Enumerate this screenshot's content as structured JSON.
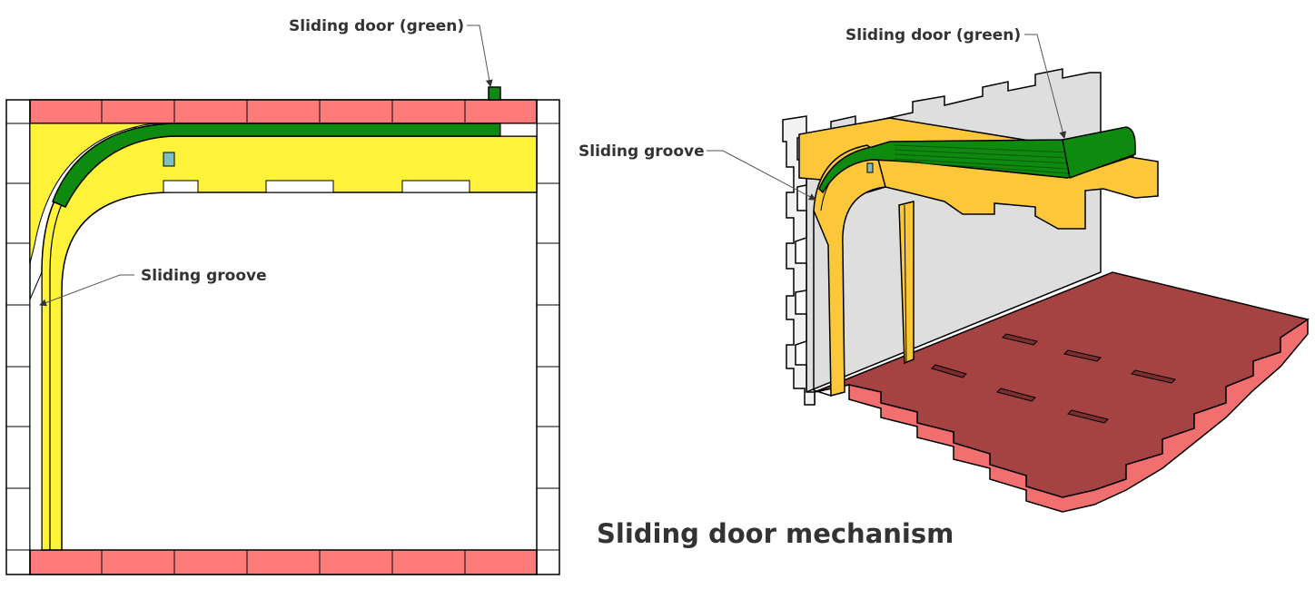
{
  "left_view": {
    "door_label": "Sliding door (green)",
    "groove_label": "Sliding groove"
  },
  "right_view": {
    "door_label": "Sliding door (green)",
    "groove_label": "Sliding groove"
  },
  "caption": "Sliding door mechanism",
  "colors": {
    "brick": "#ff7b7b",
    "rail_yellow": "#fff23a",
    "door_green": "#0e8a0e",
    "orange_frame": "#fdc73a",
    "floor_red": "#a54242",
    "floor_side": "#f26f6f",
    "wall_grey": "#dedede",
    "teal_square": "#7fbfbf"
  }
}
